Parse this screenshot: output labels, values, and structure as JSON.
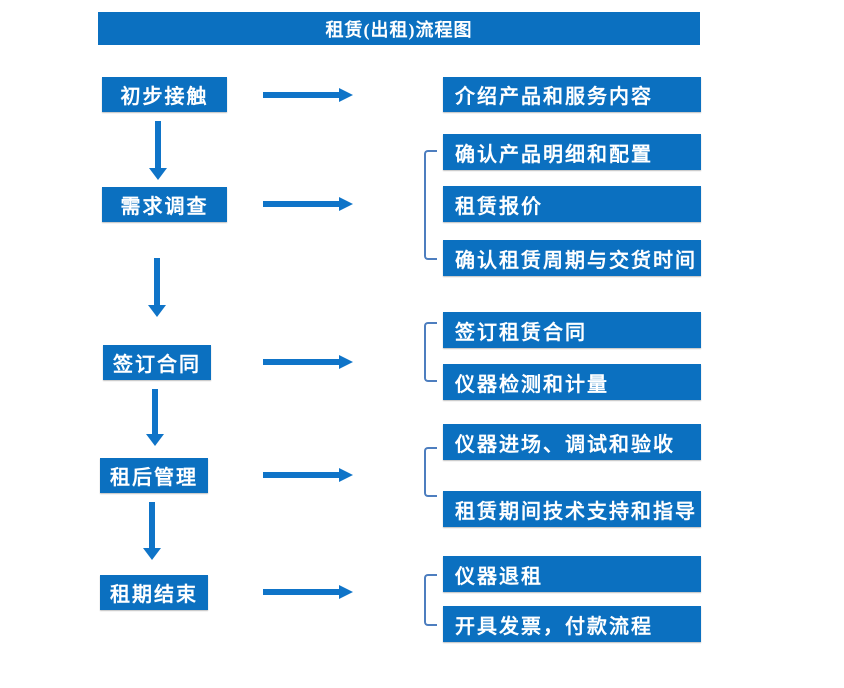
{
  "title": "租赁(出租)流程图",
  "colors": {
    "primary_blue": "#0b70c0",
    "arrow_blue": "#0f74c8",
    "bracket_blue": "#4d7ebf",
    "text": "#ffffff",
    "background": "#ffffff"
  },
  "stages": [
    {
      "label": "初步接触",
      "outputs": [
        "介绍产品和服务内容"
      ]
    },
    {
      "label": "需求调查",
      "outputs": [
        "确认产品明细和配置",
        "租赁报价",
        "确认租赁周期与交货时间"
      ]
    },
    {
      "label": "签订合同",
      "outputs": [
        "签订租赁合同",
        "仪器检测和计量"
      ]
    },
    {
      "label": "租后管理",
      "outputs": [
        "仪器进场、调试和验收",
        "租赁期间技术支持和指导"
      ]
    },
    {
      "label": "租期结束",
      "outputs": [
        "仪器退租",
        "开具发票，付款流程"
      ]
    }
  ]
}
